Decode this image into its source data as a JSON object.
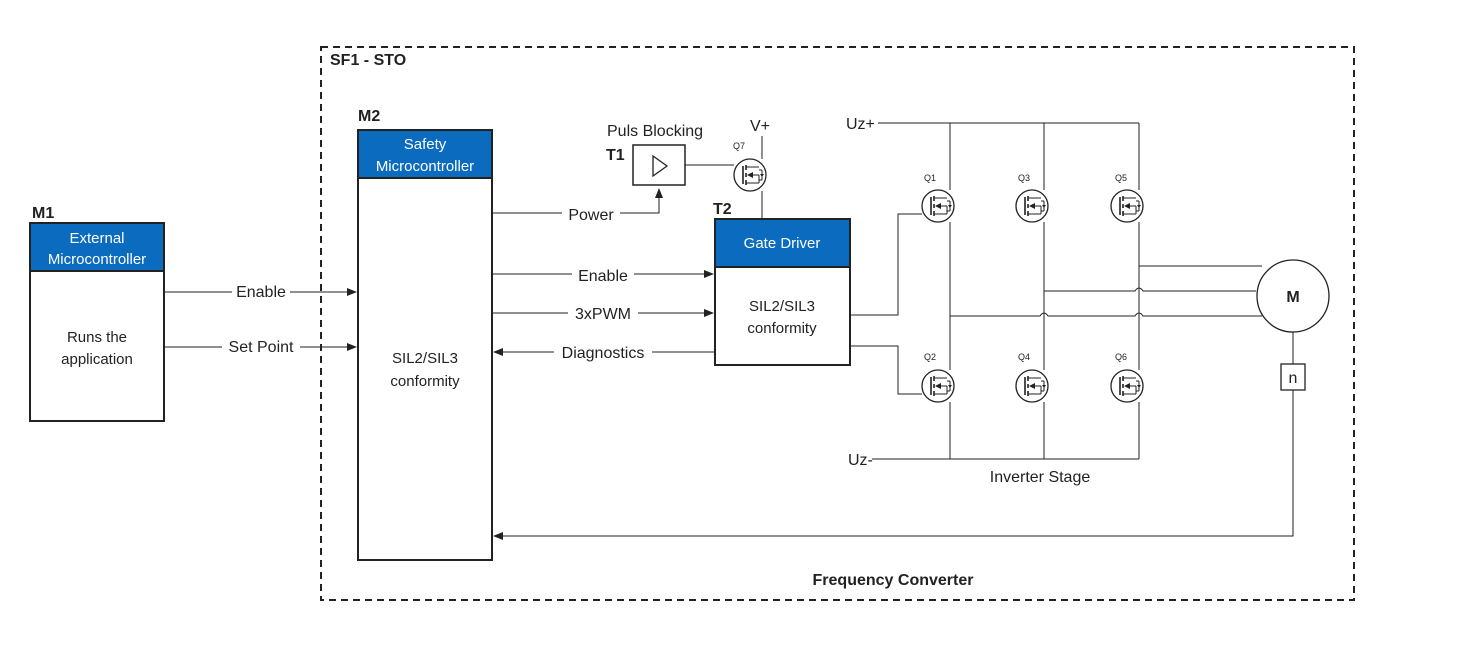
{
  "colors": {
    "header_fill": "#0B6BBE",
    "line": "#222222"
  },
  "frame": {
    "label": "SF1 - STO",
    "footer": "Frequency Converter"
  },
  "m1": {
    "tag": "M1",
    "header": [
      "External",
      "Microcontroller"
    ],
    "body": [
      "Runs the",
      "application"
    ]
  },
  "m2": {
    "tag": "M2",
    "header": [
      "Safety",
      "Microcontroller"
    ],
    "body": [
      "SIL2/SIL3",
      "conformity"
    ]
  },
  "t1": {
    "tag": "T1",
    "label": "Puls Blocking"
  },
  "t2": {
    "tag": "T2",
    "header": "Gate Driver",
    "body": [
      "SIL2/SIL3",
      "conformity"
    ]
  },
  "signals": {
    "enable_ext": "Enable",
    "set_point": "Set Point",
    "power": "Power",
    "enable_int": "Enable",
    "pwm": "3xPWM",
    "diagnostics": "Diagnostics"
  },
  "supply": {
    "vplus": "V+",
    "uz_plus": "Uz+",
    "uz_minus": "Uz-"
  },
  "transistors": {
    "q1": "Q1",
    "q2": "Q2",
    "q3": "Q3",
    "q4": "Q4",
    "q5": "Q5",
    "q6": "Q6",
    "q7": "Q7"
  },
  "inverter_label": "Inverter Stage",
  "motor": "M",
  "speed_sensor": "n"
}
